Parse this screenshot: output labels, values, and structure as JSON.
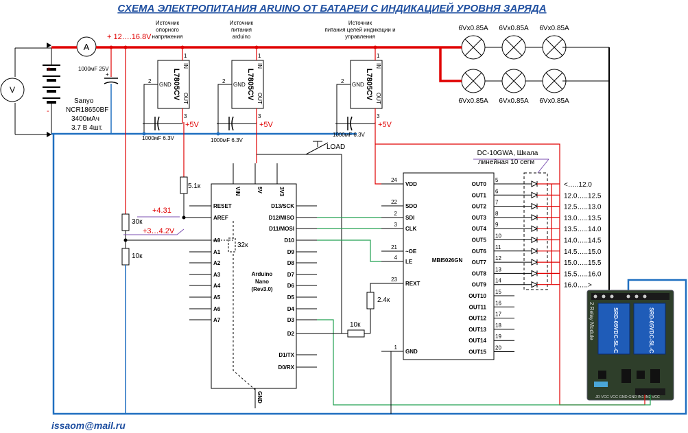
{
  "title": "СХЕМА ЭЛЕКТРОПИТАНИЯ ARUINO ОТ БАТАРЕИ С ИНДИКАЦИЕЙ УРОВНЯ ЗАРЯДА",
  "email": "issaom@mail.ru",
  "meters": {
    "ammeter": "A",
    "voltmeter": "V"
  },
  "battery": {
    "plus": "+",
    "minus": "-",
    "line1": "Sanyo",
    "line2": "NCR18650BF",
    "line3": "3400мАч",
    "line4": "3.7 В 4шт."
  },
  "supply_voltage": "+ 12….16.8V",
  "caps": {
    "c_main": "1000мF 25V",
    "c1": "1000мF 6.3V",
    "c2": "1000мF 6.3V",
    "c3": "1000мF 6.3V"
  },
  "regulators": [
    {
      "label1": "Источник",
      "label2": "опорного",
      "label3": "напряжения",
      "part": "L7805CV"
    },
    {
      "label1": "Источник",
      "label2": "питания",
      "label3": "arduino",
      "part": "L7805CV"
    },
    {
      "label1": "Источник",
      "label2": "питания целей индикации и",
      "label3": "управления",
      "part": "L7805CV"
    }
  ],
  "reg_pins": {
    "in": "IN",
    "gnd": "GND",
    "out": "OUT",
    "p1": "1",
    "p2": "2",
    "p3": "3"
  },
  "plus5v": "+5V",
  "lamps": {
    "rating": "6Vx0.85A"
  },
  "load": "LOAD",
  "resistors": {
    "r1": "5.1к",
    "r2": "30к",
    "r3": "10к",
    "r4": "32к",
    "r5": "2.4к",
    "r6": "10к"
  },
  "volt_labels": {
    "aref": "+4.31",
    "a0": "+3…4.2V"
  },
  "arduino": {
    "name1": "Arduino",
    "name2": "Nano",
    "name3": "(Rev3.0)",
    "top_pins": [
      "VIN",
      "5V",
      "3V3"
    ],
    "left_pins": [
      "RESET",
      "AREF",
      "A0",
      "A1",
      "A2",
      "A3",
      "A4",
      "A5",
      "A6",
      "A7"
    ],
    "right_pins": [
      "D13/SCK",
      "D12/MISO",
      "D11/MOSI",
      "D10",
      "D9",
      "D8",
      "D7",
      "D6",
      "D5",
      "D4",
      "D3",
      "D2",
      "D1/TX",
      "D0/RX"
    ],
    "gnd": "GND"
  },
  "driver": {
    "name": "MBI5026GN",
    "left_pins": [
      {
        "num": "24",
        "name": "VDD"
      },
      {
        "num": "22",
        "name": "SDO"
      },
      {
        "num": "2",
        "name": "SDI"
      },
      {
        "num": "3",
        "name": "CLK"
      },
      {
        "num": "21",
        "name": "~OE"
      },
      {
        "num": "4",
        "name": "LE"
      },
      {
        "num": "23",
        "name": "REXT"
      },
      {
        "num": "1",
        "name": "GND"
      }
    ],
    "outs": [
      "OUT0",
      "OUT1",
      "OUT2",
      "OUT3",
      "OUT4",
      "OUT5",
      "OUT6",
      "OUT7",
      "OUT8",
      "OUT9",
      "OUT10",
      "OUT11",
      "OUT12",
      "OUT13",
      "OUT14",
      "OUT15"
    ],
    "out_nums": [
      "5",
      "6",
      "7",
      "8",
      "9",
      "10",
      "11",
      "12",
      "13",
      "14",
      "15",
      "16",
      "17",
      "18",
      "19",
      "20"
    ]
  },
  "bargraph": {
    "line1": "DC-10GWA, Шкала",
    "line2": "линейная 10 сегм"
  },
  "ranges": [
    "<…..12.0",
    "12.0…..12.5",
    "12.5…..13.0",
    "13.0…..13.5",
    "13.5…..14.0",
    "14.0…..14.5",
    "14.5…..15.0",
    "15.0…..15.5",
    "15.5…..16.0",
    "16.0…..>"
  ],
  "relay": {
    "model": "SRD-05VDC-SL-C",
    "board": "2 Relay Module",
    "pins": "JD VCC VCC GND   GND IN1 IN2 VCC"
  }
}
